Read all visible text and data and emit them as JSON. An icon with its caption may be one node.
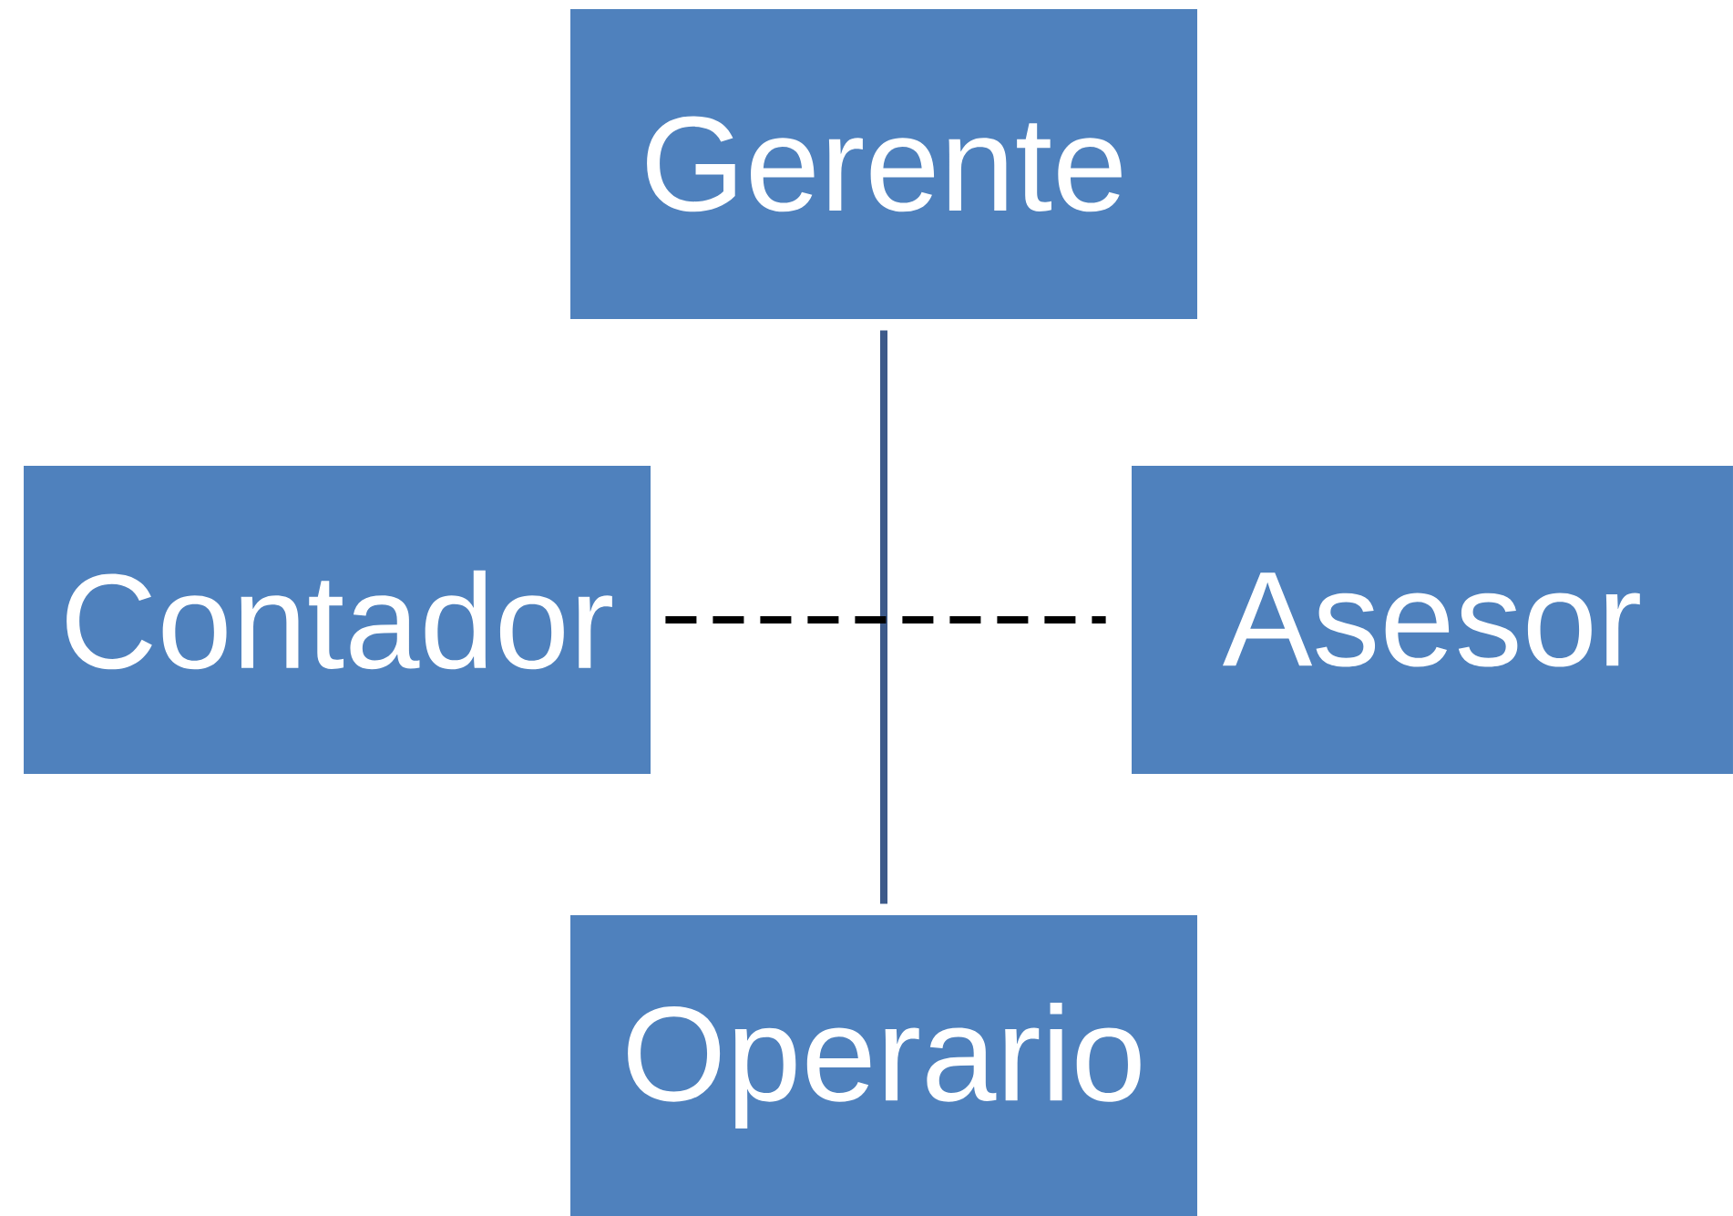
{
  "diagram": {
    "nodes": [
      {
        "text": [
          "Gerente"
        ]
      },
      {
        "text": [
          "Contador"
        ]
      },
      {
        "text": [
          "Asesor"
        ]
      },
      {
        "text": [
          "Operario"
        ]
      }
    ],
    "edges": [
      {
        "from": 0,
        "to": 3,
        "arrow": "none",
        "color": "#3d5a8a"
      },
      {
        "from": 1,
        "to": 2,
        "arrow": "none",
        "style": "dashed",
        "color": "#000000"
      }
    ]
  }
}
